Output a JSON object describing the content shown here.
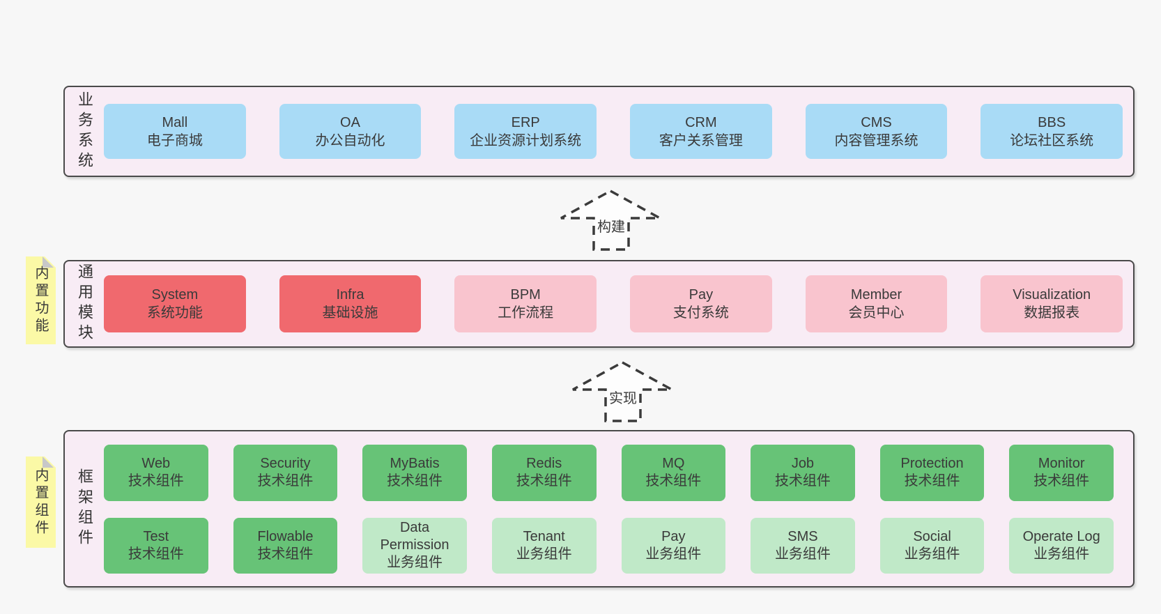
{
  "colors": {
    "page_background": "#f7f7f7",
    "container_fill": "#f8ecf5",
    "container_border": "#4a4a4a",
    "business_box": "#a9dbf6",
    "core_module_box": "#f0696e",
    "optional_module_box": "#f9c4ce",
    "tech_component_box": "#67c377",
    "biz_component_box": "#c0e9c8",
    "sticky_note": "#fbf9a6",
    "note_fold": "#c8c8c8",
    "text": "#3a3a3a"
  },
  "business_layer": {
    "label": "业务系统",
    "boxes": [
      {
        "name": "Mall",
        "desc": "电子商城"
      },
      {
        "name": "OA",
        "desc": "办公自动化"
      },
      {
        "name": "ERP",
        "desc": "企业资源计划系统"
      },
      {
        "name": "CRM",
        "desc": "客户关系管理"
      },
      {
        "name": "CMS",
        "desc": "内容管理系统"
      },
      {
        "name": "BBS",
        "desc": "论坛社区系统"
      }
    ]
  },
  "arrow_build": {
    "label": "构建"
  },
  "modules_layer": {
    "label": "通用模块",
    "note": "内置功能",
    "boxes": [
      {
        "name": "System",
        "desc": "系统功能"
      },
      {
        "name": "Infra",
        "desc": "基础设施"
      },
      {
        "name": "BPM",
        "desc": "工作流程"
      },
      {
        "name": "Pay",
        "desc": "支付系统"
      },
      {
        "name": "Member",
        "desc": "会员中心"
      },
      {
        "name": "Visualization",
        "desc": "数据报表"
      }
    ]
  },
  "arrow_implement": {
    "label": "实现"
  },
  "framework_layer": {
    "label": "框架组件",
    "note": "内置组件",
    "row1": [
      {
        "name": "Web",
        "desc": "技术组件"
      },
      {
        "name": "Security",
        "desc": "技术组件"
      },
      {
        "name": "MyBatis",
        "desc": "技术组件"
      },
      {
        "name": "Redis",
        "desc": "技术组件"
      },
      {
        "name": "MQ",
        "desc": "技术组件"
      },
      {
        "name": "Job",
        "desc": "技术组件"
      },
      {
        "name": "Protection",
        "desc": "技术组件"
      },
      {
        "name": "Monitor",
        "desc": "技术组件"
      }
    ],
    "row2": [
      {
        "name": "Test",
        "desc": "技术组件"
      },
      {
        "name": "Flowable",
        "desc": "技术组件"
      },
      {
        "name": "Data Permission",
        "desc": "业务组件"
      },
      {
        "name": "Tenant",
        "desc": "业务组件"
      },
      {
        "name": "Pay",
        "desc": "业务组件"
      },
      {
        "name": "SMS",
        "desc": "业务组件"
      },
      {
        "name": "Social",
        "desc": "业务组件"
      },
      {
        "name": "Operate Log",
        "desc": "业务组件"
      }
    ]
  }
}
